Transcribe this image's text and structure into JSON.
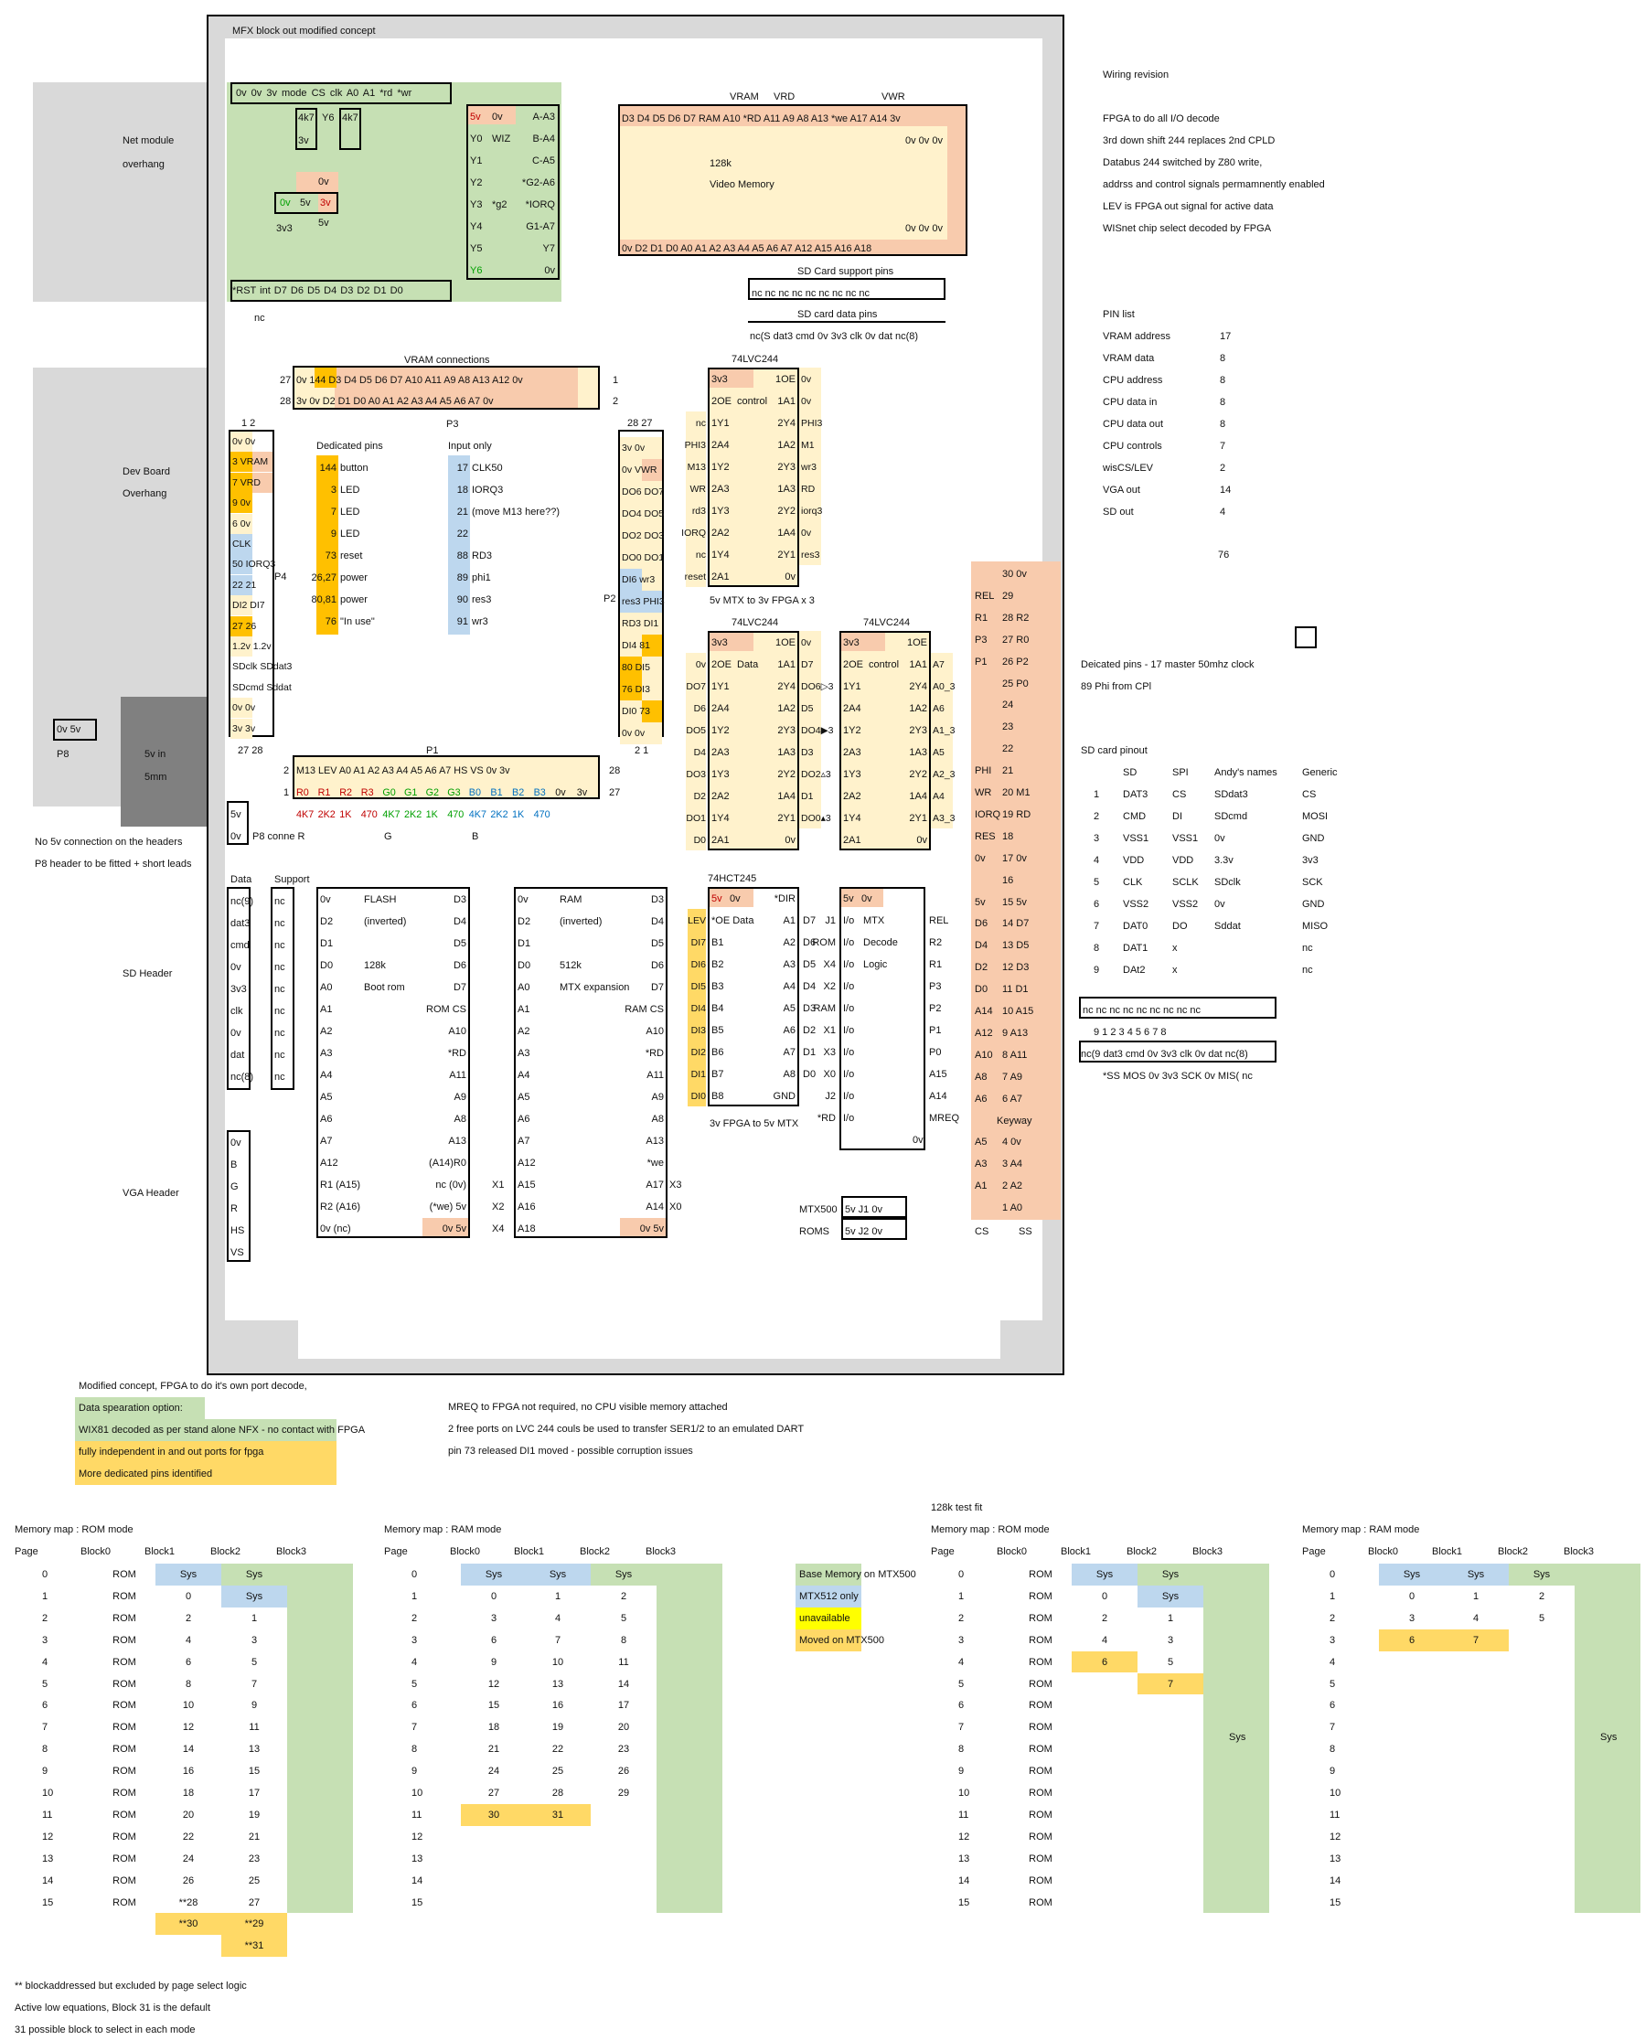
{
  "title": "MFX block out modified concept",
  "notes_right": {
    "heading": "Wiring revision",
    "lines": [
      "FPGA to do all I/O decode",
      "3rd  down shift 244 replaces 2nd CPLD",
      "Databus 244 switched by Z80 write,",
      "addrss and control signals permamnently enabled",
      "LEV is FPGA out signal for active data",
      "WISnet chip select decoded by FPGA"
    ]
  },
  "pin_list": {
    "heading": "PIN list",
    "rows": [
      {
        "name": "VRAM address",
        "count": "17"
      },
      {
        "name": "VRAM data",
        "count": "8"
      },
      {
        "name": "CPU address",
        "count": "8"
      },
      {
        "name": "CPU data in",
        "count": "8"
      },
      {
        "name": "CPU data out",
        "count": "8"
      },
      {
        "name": "CPU controls",
        "count": "7"
      },
      {
        "name": "wisCS/LEV",
        "count": "2"
      },
      {
        "name": "VGA out",
        "count": "14"
      },
      {
        "name": "SD out",
        "count": "4"
      }
    ],
    "total": "76"
  },
  "side_labels": {
    "net1": "Net module",
    "net2": "overhang",
    "dev1": "Dev Board",
    "dev2": "Overhang",
    "p8": "P8",
    "v5in": "5v in",
    "mm5": "5mm",
    "no5v": "No 5v connection on the headers",
    "p8fit": "P8 header to be fitted + short leads",
    "sd": "SD Header",
    "vga": "VGA Header"
  },
  "net_module": {
    "top_pins": "0v   0v   3v  mode  CS   clk   A0   A1   *rd  *wr",
    "bottom_pins": "*RST  int   D7   D6   D5   D4   D3   D2   D1   D0",
    "nc": "nc",
    "r1": "4k7",
    "r2": "Y6",
    "r3": "4k7",
    "r4": "3v",
    "reg_0v": "0v",
    "reg_0v2": "0v",
    "reg_5v": "5v",
    "reg_3v": "3v",
    "v5": "5v",
    "v33": "3v3",
    "decoder_left": [
      "5v",
      "Y0",
      "Y1",
      "Y2",
      "Y3",
      "Y4",
      "Y5",
      "Y6"
    ],
    "decoder_mid": [
      "0v",
      "WIZ",
      "",
      "",
      "*g2",
      "",
      "",
      ""
    ],
    "decoder_right": [
      "A-A3",
      "B-A4",
      "C-A5",
      "*G2-A6",
      "*IORQ",
      "G1-A7",
      "Y7",
      "0v"
    ]
  },
  "video_mem": {
    "labels": [
      "VRAM",
      "VRD",
      "VWR"
    ],
    "top": "D3   D4   D5   D6   D7   RAM  A10  *RD  A11  A9   A8   A13  *we  A17  A14  3v",
    "mid1": "0v   0v   0v",
    "name1": "128k",
    "name2": "Video Memory",
    "mid2": "0v   0v   0v",
    "bottom": "0v   D2   D1   D0   A0   A1   A2   A3   A4   A5   A6   A7   A12  A15  A16  A18"
  },
  "sd_support": {
    "label": "SD Card support pins",
    "pins": "nc   nc   nc   nc   nc   nc   nc   nc   nc"
  },
  "sd_data": {
    "label": "SD card data pins",
    "pins": "nc(S dat3 cmd  0v   3v3  clk   0v   dat   nc(8)"
  },
  "vram_conn": {
    "label": "VRAM connections",
    "row1": "0v   144   D3   D4   D5   D6   D7   A10  A11  A9   A8   A13  A12  0v",
    "row2": "3v   0v   D2   D1   D0   A0   A1   A2   A3   A4   A5   A6   A7   0v",
    "n27": "27",
    "n28": "28",
    "n1": "1",
    "n2": "2"
  },
  "dedicated": {
    "heading": "Dedicated pins",
    "pins": [
      "144",
      "3",
      "7",
      "9",
      "73",
      "26,27",
      "80,81",
      "76"
    ],
    "names": [
      "button",
      "LED",
      "LED",
      "LED",
      "reset",
      "power",
      "power",
      "\"In use\""
    ]
  },
  "input_only": {
    "heading": "Input only",
    "pins": [
      "17",
      "18",
      "21",
      "22",
      "88",
      "89",
      "90",
      "91"
    ],
    "names": [
      "CLK50",
      "IORQ3",
      "(move M13 here??)",
      "",
      "RD3",
      "phi1",
      "res3",
      "wr3"
    ]
  },
  "p4": {
    "rows": [
      "0v  0v",
      "3  VRAM",
      "7  VRD",
      "9  0v",
      "6  0v",
      "CLK",
      "50  IORQ3",
      "22  21",
      "DI2  DI7",
      "27  26",
      "1.2v  1.2v",
      "SDclk  SDdat3",
      "SDcmd  Sddat",
      "0v  0v",
      "3v  3v"
    ],
    "top": "1   2",
    "bottom": "27   28",
    "label": "P4"
  },
  "p2": {
    "rows": [
      "3v  0v",
      "0v  VWR",
      "DO6  DO7",
      "DO4  DO5",
      "DO2  DO3",
      "DO0  DO1",
      "DI6  wr3",
      "res3  PHI3",
      "RD3  DI1",
      "DI4  81",
      "80  DI5",
      "76  DI3",
      "DI0  73",
      "0v  0v"
    ],
    "top": "28   27",
    "bottom": "2   1",
    "label": "P2",
    "p3": "P3"
  },
  "p1": {
    "label": "P1",
    "row1": "M13  LEV  A0   A1   A2   A3   A4   A5   A6   A7   HS   VS   0v   3v",
    "row2": [
      "R0",
      "R1",
      "R2",
      "R3",
      "G0",
      "G1",
      "G2",
      "G3",
      "B0",
      "B1",
      "B2",
      "B3",
      "0v",
      "3v"
    ],
    "res": [
      "4K7",
      "2K2",
      "1K",
      "470",
      "4K7",
      "2K2",
      "1K",
      "470",
      "4K7",
      "2K2",
      "1K",
      "470"
    ],
    "g": "G",
    "b": "B",
    "n2": "2",
    "n1": "1",
    "n28": "28",
    "n27": "27"
  },
  "p8": {
    "pins": "0v   5v",
    "conn": "P8 conne R",
    "v5": "5v",
    "v0": "0v"
  },
  "lvc1": {
    "title": "74LVC244",
    "left": [
      "3v3",
      "2OE",
      "1Y1",
      "2A4",
      "1Y2",
      "2A3",
      "1Y3",
      "2A2",
      "1Y4",
      "2A1"
    ],
    "left_ext": [
      "",
      "",
      "nc",
      "PHI3",
      "M13",
      "WR",
      "rd3",
      "IORQ",
      "nc",
      "reset"
    ],
    "right": [
      "1OE",
      "1A1",
      "2Y4",
      "1A2",
      "2Y3",
      "1A3",
      "2Y2",
      "1A4",
      "2Y1",
      "0v"
    ],
    "right_ext": [
      "0v",
      "0v",
      "PHI3",
      "M1",
      "wr3",
      "RD",
      "iorq3",
      "0v",
      "res3",
      ""
    ],
    "mid": "control",
    "caption": "5v MTX to 3v FPGA x 3"
  },
  "lvc2": {
    "title": "74LVC244",
    "left": [
      "3v3",
      "2OE",
      "1Y1",
      "2A4",
      "1Y2",
      "2A3",
      "1Y3",
      "2A2",
      "1Y4",
      "2A1"
    ],
    "left_ext": [
      "",
      "0v",
      "DO7",
      "D6",
      "DO5",
      "D4",
      "DO3",
      "D2",
      "DO1",
      "D0"
    ],
    "right": [
      "1OE",
      "1A1",
      "2Y4",
      "1A2",
      "2Y3",
      "1A3",
      "2Y2",
      "1A4",
      "2Y1",
      "0v"
    ],
    "right_ext": [
      "0v",
      "D7",
      "DO6▷3",
      "D5",
      "DO4▶3",
      "D3",
      "DO2▵3",
      "D1",
      "DO0▴3",
      ""
    ],
    "mid": "Data"
  },
  "lvc3": {
    "title": "74LVC244",
    "left": [
      "3v3",
      "2OE",
      "1Y1",
      "2A4",
      "1Y2",
      "2A3",
      "1Y3",
      "2A2",
      "1Y4",
      "2A1"
    ],
    "right": [
      "1OE",
      "1A1",
      "2Y4",
      "1A2",
      "2Y3",
      "1A3",
      "2Y2",
      "1A4",
      "2Y1",
      "0v"
    ],
    "right_ext": [
      "",
      "A7",
      "A0_3",
      "A6",
      "A1_3",
      "A5",
      "A2_3",
      "A4",
      "A3_3",
      ""
    ],
    "mid": "control"
  },
  "hct": {
    "title": "74HCT245",
    "left": [
      "5v",
      "*OE Data",
      "B1",
      "B2",
      "B3",
      "B4",
      "B5",
      "B6",
      "B7",
      "B8"
    ],
    "left_ext": [
      "",
      "LEV",
      "DI7",
      "DI6",
      "DI5",
      "DI4",
      "DI3",
      "DI2",
      "DI1",
      "DI0"
    ],
    "mid0": "0v",
    "right": [
      "*DIR",
      "A1",
      "A2",
      "A3",
      "A4",
      "A5",
      "A6",
      "A7",
      "A8",
      "GND"
    ],
    "right_ext": [
      "",
      "D7",
      "D6",
      "D5",
      "D4",
      "D3",
      "D2",
      "D1",
      "D0",
      ""
    ],
    "caption": "3v FPGA to 5v MTX"
  },
  "decode": {
    "left": [
      "5v",
      "J1",
      "ROM",
      "X4",
      "X2",
      "RAM",
      "X1",
      "X3",
      "X0",
      "J2",
      "*RD"
    ],
    "mid": [
      "0v",
      "I/o",
      "I/o",
      "I/o",
      "I/o",
      "I/o",
      "I/o",
      "I/o",
      "I/o",
      "I/o",
      "I/o"
    ],
    "name": [
      "MTX",
      "Decode",
      "Logic"
    ],
    "right": [
      "",
      "REL",
      "R2",
      "R1",
      "P3",
      "P2",
      "P1",
      "P0",
      "A15",
      "A14",
      "MREQ"
    ],
    "bottom": "0v"
  },
  "j_links": {
    "mtx500": "MTX500",
    "roms": "ROMS",
    "j1": "5v   J1   0v",
    "j2": "5v   J2   0v"
  },
  "keyway": {
    "left": [
      "",
      "REL",
      "R1",
      "P3",
      "P1",
      "",
      "",
      "",
      "",
      "PHI",
      "WR",
      "IORQ",
      "RES",
      "0v",
      "",
      "5v",
      "D6",
      "D4",
      "D2",
      "D0",
      "A14",
      "A12",
      "A10",
      "A8",
      "A6",
      "",
      "A5",
      "A3",
      "A1",
      ""
    ],
    "right": [
      "30  0v",
      "29",
      "28  R2",
      "27  R0",
      "26  P2",
      "25  P0",
      "24",
      "23",
      "22",
      "21",
      "20  M1",
      "19  RD",
      "18",
      "17  0v",
      "16",
      "15  5v",
      "14  D7",
      "13  D5",
      "12  D3",
      "11  D1",
      "10  A15",
      "9  A13",
      "8  A11",
      "7  A9",
      "6  A7",
      "Keyway",
      "4  0v",
      "3  A4",
      "2  A2",
      "1  A0"
    ],
    "foot_cs": "CS",
    "foot_ss": "SS"
  },
  "dedicated_note": [
    "Deicated pins - 17 master 50mhz clock",
    "89 Phi from CPl"
  ],
  "sd_pinout": {
    "heading": "SD card pinout",
    "cols": [
      "SD",
      "SPI",
      "Andy's names",
      "Generic"
    ],
    "rows": [
      [
        "1",
        "DAT3",
        "CS",
        "SDdat3",
        "CS"
      ],
      [
        "2",
        "CMD",
        "DI",
        "SDcmd",
        "MOSI"
      ],
      [
        "3",
        "VSS1",
        "VSS1",
        "0v",
        "GND"
      ],
      [
        "4",
        "VDD",
        "VDD",
        "3.3v",
        "3v3"
      ],
      [
        "5",
        "CLK",
        "SCLK",
        "SDclk",
        "SCK"
      ],
      [
        "6",
        "VSS2",
        "VSS2",
        "0v",
        "GND"
      ],
      [
        "7",
        "DAT0",
        "DO",
        "Sddat",
        "MISO"
      ],
      [
        "8",
        "DAT1",
        "x",
        "",
        "nc"
      ],
      [
        "9",
        "DAt2",
        "x",
        "",
        "nc"
      ]
    ],
    "strip1": "nc   nc   nc   nc   nc   nc   nc   nc   nc",
    "nums": "9    1    2    3    4    5    6    7    8",
    "strip2": "nc(9 dat3 cmd 0v   3v3  clk   0v   dat   nc(8)",
    "strip3": "*SS  MOS 0v   3v3  SCK 0v   MIS( nc"
  },
  "sd_header": {
    "data": [
      "Data",
      "nc(9)",
      "dat3",
      "cmd",
      "0v",
      "3v3",
      "clk",
      "0v",
      "dat",
      "nc(8)"
    ],
    "support": [
      "Support",
      "nc",
      "nc",
      "nc",
      "nc",
      "nc",
      "nc",
      "nc",
      "nc",
      "nc"
    ]
  },
  "vga_header": [
    "0v",
    "B",
    "G",
    "R",
    "HS",
    "VS"
  ],
  "flash": {
    "left": [
      "0v",
      "D2",
      "D1",
      "D0",
      "A0",
      "A1",
      "A2",
      "A3",
      "A4",
      "A5",
      "A6",
      "A7",
      "A12",
      "R1 (A15)",
      "R2 (A16)",
      "0v (nc)"
    ],
    "mid": [
      "FLASH",
      "(inverted)",
      "",
      "128k",
      "Boot rom",
      "",
      "",
      "",
      "",
      "",
      "",
      "",
      "",
      "",
      "",
      ""
    ],
    "right": [
      "D3",
      "D4",
      "D5",
      "D6",
      "D7",
      "ROM CS",
      "A10",
      "*RD",
      "A11",
      "A9",
      "A8",
      "A13",
      "(A14)R0",
      "nc (0v)",
      "(*we) 5v",
      "0v   5v"
    ]
  },
  "ram": {
    "x": [
      "",
      "",
      "",
      "",
      "",
      "",
      "",
      "",
      "",
      "",
      "",
      "",
      "",
      "X1",
      "X2",
      "X4"
    ],
    "left": [
      "0v",
      "D2",
      "D1",
      "D0",
      "A0",
      "A1",
      "A2",
      "A3",
      "A4",
      "A5",
      "A6",
      "A7",
      "A12",
      "A15",
      "A16",
      "A18"
    ],
    "mid": [
      "RAM",
      "(inverted)",
      "",
      "512k",
      "MTX expansion",
      "",
      "",
      "",
      "",
      "",
      "",
      "",
      "",
      "",
      "",
      ""
    ],
    "right": [
      "D3",
      "D4",
      "D5",
      "D6",
      "D7",
      "RAM CS",
      "A10",
      "*RD",
      "A11",
      "A9",
      "A8",
      "A13",
      "*we",
      "A17",
      "A14",
      "0v   5v"
    ],
    "xr": [
      "",
      "",
      "",
      "",
      "",
      "",
      "",
      "",
      "",
      "",
      "",
      "",
      "",
      "X3",
      "X0",
      ""
    ]
  },
  "legend1": [
    "Modified concept, FPGA to do it's own port decode,",
    "Data spearation option:",
    "WIX81 decoded as per stand alone NFX - no contact with FPGA",
    "fully independent in and out ports for fpga",
    "More dedicated pins identified"
  ],
  "notes_mid": [
    "MREQ to FPGA not required, no CPU visible memory attached",
    "2 free ports on LVC 244 couls be used to transfer SER1/2 to an emulated DART",
    "pin 73 released DI1 moved - possible corruption issues"
  ],
  "legend2": [
    "Base Memory on MTX500",
    "MTX512 only",
    "unavailable",
    "Moved on MTX500"
  ],
  "test_fit": "128k test fit",
  "memmaps": [
    {
      "title": "Memory map : ROM mode",
      "cols": [
        "Page",
        "Block0",
        "Block1",
        "Block2",
        "Block3"
      ],
      "b0": [
        "ROM",
        "ROM",
        "ROM",
        "ROM",
        "ROM",
        "ROM",
        "ROM",
        "ROM",
        "ROM",
        "ROM",
        "ROM",
        "ROM",
        "ROM",
        "ROM",
        "ROM",
        "ROM"
      ],
      "b1": [
        "Sys",
        "0",
        "2",
        "4",
        "6",
        "8",
        "10",
        "12",
        "14",
        "16",
        "18",
        "20",
        "22",
        "24",
        "26",
        "**28"
      ],
      "b2": [
        "Sys",
        "Sys",
        "1",
        "3",
        "5",
        "7",
        "9",
        "11",
        "13",
        "15",
        "17",
        "19",
        "21",
        "23",
        "25",
        "27"
      ],
      "extra": [
        [
          "**30",
          "**29"
        ],
        [
          "",
          "**31"
        ]
      ],
      "sys3": ""
    },
    {
      "title": "Memory map : RAM mode",
      "cols": [
        "Page",
        "Block0",
        "Block1",
        "Block2",
        "Block3"
      ],
      "b0": [
        "Sys",
        "0",
        "3",
        "6",
        "9",
        "12",
        "15",
        "18",
        "21",
        "24",
        "27",
        "30",
        "",
        "",
        "",
        ""
      ],
      "b1": [
        "Sys",
        "1",
        "4",
        "7",
        "10",
        "13",
        "16",
        "19",
        "22",
        "25",
        "28",
        "31",
        "",
        "",
        "",
        ""
      ],
      "b2": [
        "Sys",
        "2",
        "5",
        "8",
        "11",
        "14",
        "17",
        "20",
        "23",
        "26",
        "29",
        "",
        "",
        "",
        "",
        ""
      ],
      "sys3": ""
    },
    {
      "title": "Memory map : ROM mode",
      "cols": [
        "Page",
        "Block0",
        "Block1",
        "Block2",
        "Block3"
      ],
      "b0": [
        "ROM",
        "ROM",
        "ROM",
        "ROM",
        "ROM",
        "ROM",
        "ROM",
        "ROM",
        "ROM",
        "ROM",
        "ROM",
        "ROM",
        "ROM",
        "ROM",
        "ROM",
        "ROM"
      ],
      "b1": [
        "Sys",
        "0",
        "2",
        "4",
        "6",
        "",
        "",
        "",
        "",
        "",
        "",
        "",
        "",
        "",
        "",
        ""
      ],
      "b2": [
        "Sys",
        "Sys",
        "1",
        "3",
        "5",
        "7",
        "",
        "",
        "",
        "",
        "",
        "",
        "",
        "",
        "",
        ""
      ],
      "sys3": "Sys"
    },
    {
      "title": "Memory map : RAM mode",
      "cols": [
        "Page",
        "Block0",
        "Block1",
        "Block2",
        "Block3"
      ],
      "b0": [
        "Sys",
        "0",
        "3",
        "6",
        "",
        "",
        "",
        "",
        "",
        "",
        "",
        "",
        "",
        "",
        "",
        ""
      ],
      "b1": [
        "Sys",
        "1",
        "4",
        "7",
        "",
        "",
        "",
        "",
        "",
        "",
        "",
        "",
        "",
        "",
        "",
        ""
      ],
      "b2": [
        "Sys",
        "2",
        "5",
        "",
        "",
        "",
        "",
        "",
        "",
        "",
        "",
        "",
        "",
        "",
        "",
        ""
      ],
      "sys3": "Sys"
    }
  ],
  "footnotes": [
    "** blockaddressed but excluded by page select logic",
    "Active low equations, Block 31 is the default",
    "31 possible block to select in each mode"
  ],
  "colors": {
    "green": "#c6e0b4",
    "peach": "#f8cbad",
    "lightyellow": "#fff2cc",
    "yellow": "#ffd966",
    "orange": "#ffc000",
    "blue": "#bdd7ee",
    "brightyellow": "#ffff00",
    "gray": "#d9d9d9",
    "darkgray": "#808080"
  }
}
